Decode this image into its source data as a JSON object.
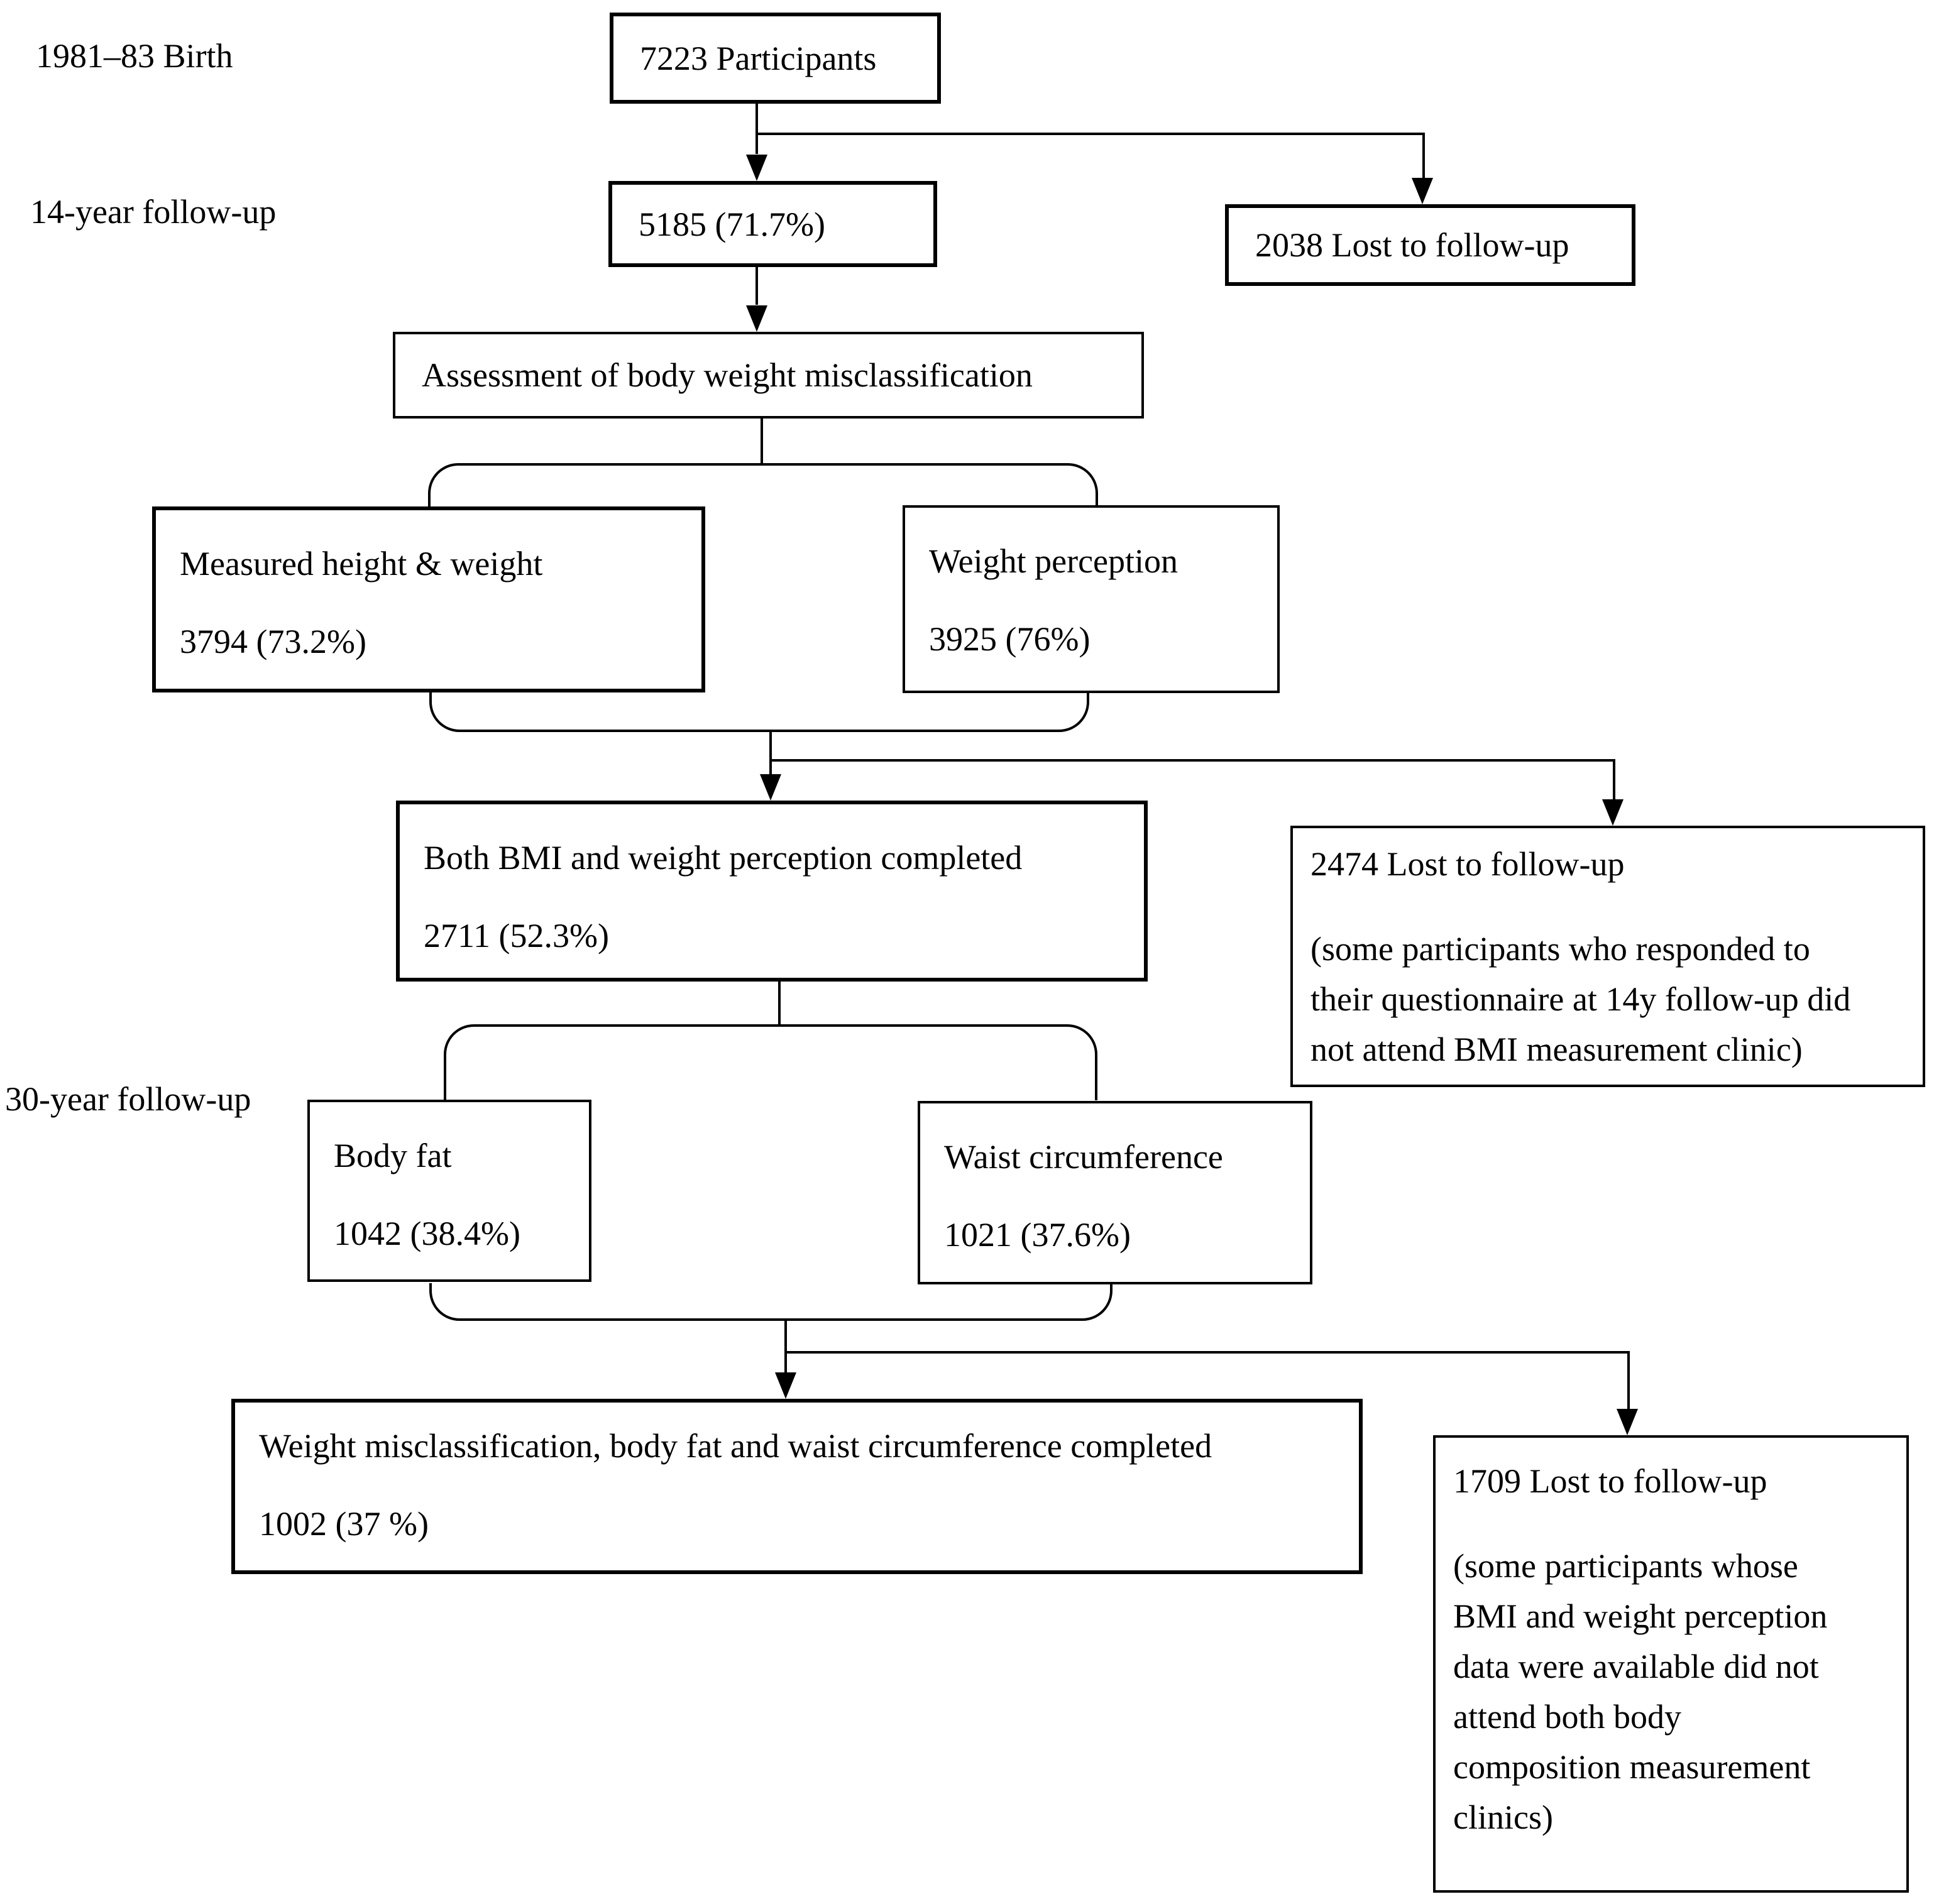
{
  "colors": {
    "ink": "#000000",
    "background": "#ffffff"
  },
  "labels": {
    "birth": "1981–83 Birth",
    "fourteen_year": "14-year follow-up",
    "thirty_year": "30-year follow-up"
  },
  "boxes": {
    "participants": {
      "text": "7223 Participants"
    },
    "followup14": {
      "text": "5185 (71.7%)"
    },
    "lost14": {
      "text": "2038 Lost to follow-up"
    },
    "assessment": {
      "text": "Assessment of body weight misclassification"
    },
    "measured": {
      "line1": "Measured height & weight",
      "line2": "3794 (73.2%)"
    },
    "perception": {
      "line1": "Weight perception",
      "line2": "3925 (76%)"
    },
    "both_completed": {
      "line1": "Both BMI and weight perception completed",
      "line2": "2711 (52.3%)"
    },
    "lost_bmi": {
      "heading": "2474 Lost to follow-up",
      "note": "(some participants who responded to\ntheir questionnaire at 14y follow-up did\nnot attend BMI measurement clinic)"
    },
    "bodyfat": {
      "line1": "Body fat",
      "line2": "1042 (38.4%)"
    },
    "waist": {
      "line1": "Waist circumference",
      "line2": "1021 (37.6%)"
    },
    "final_completed": {
      "line1": "Weight misclassification, body fat and waist circumference completed",
      "line2": "1002 (37 %)"
    },
    "lost_composition": {
      "heading": "1709 Lost to follow-up",
      "note": "(some participants whose\nBMI and weight perception\ndata were available did not\nattend both body\ncomposition measurement\nclinics)"
    }
  }
}
